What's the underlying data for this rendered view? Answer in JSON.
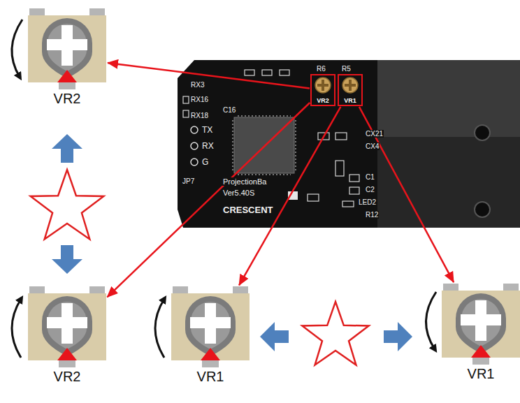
{
  "diagram": {
    "nodes": [
      {
        "text": [
          "VR2"
        ]
      },
      {
        "text": [
          "VR2"
        ]
      },
      {
        "text": [
          "VR1"
        ]
      },
      {
        "text": [
          "VR2"
        ]
      },
      {
        "text": [
          "VR1"
        ]
      },
      {
        "text": [
          "VR1"
        ]
      }
    ],
    "edges": [
      {
        "from": 1,
        "to": 0,
        "arrow": "to"
      },
      {
        "from": 1,
        "to": 3,
        "arrow": "to"
      },
      {
        "from": 2,
        "to": 4,
        "arrow": "to"
      },
      {
        "from": 2,
        "to": 5,
        "arrow": "to"
      }
    ],
    "labels": [
      "R6",
      "R5",
      "RX3",
      "RX16",
      "RX18",
      "C16",
      "TX",
      "RX",
      "G",
      "JP7",
      "ProjectionBa",
      "Ver5.40S",
      "CRESCENT",
      "CX21",
      "CX4",
      "C1",
      "C2",
      "LED2",
      "R12"
    ]
  }
}
